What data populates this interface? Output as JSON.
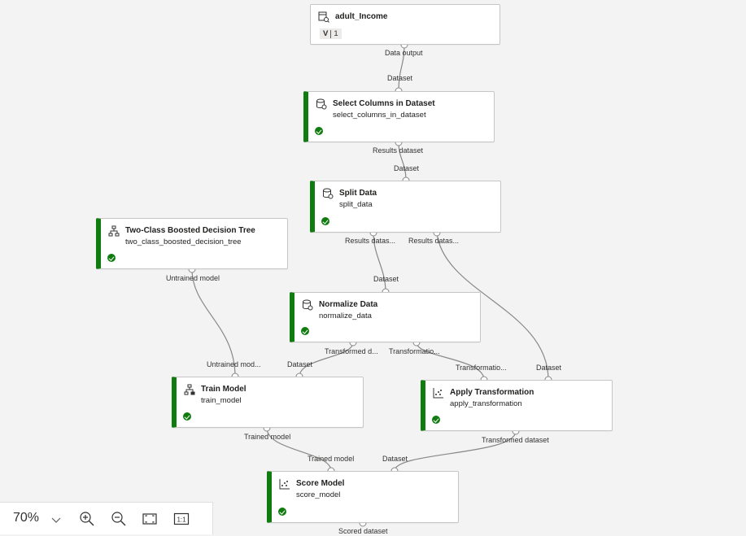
{
  "nodes": {
    "adult_income": {
      "title": "adult_Income",
      "version_letter": "V",
      "version": "1"
    },
    "select_columns": {
      "title": "Select Columns in Dataset",
      "subtitle": "select_columns_in_dataset"
    },
    "split_data": {
      "title": "Split Data",
      "subtitle": "split_data"
    },
    "two_class": {
      "title": "Two-Class Boosted Decision Tree",
      "subtitle": "two_class_boosted_decision_tree"
    },
    "normalize": {
      "title": "Normalize Data",
      "subtitle": "normalize_data"
    },
    "train": {
      "title": "Train Model",
      "subtitle": "train_model"
    },
    "apply": {
      "title": "Apply Transformation",
      "subtitle": "apply_transformation"
    },
    "score": {
      "title": "Score Model",
      "subtitle": "score_model"
    }
  },
  "ports": {
    "data_output": "Data output",
    "select_in": "Dataset",
    "select_out": "Results dataset",
    "split_in": "Dataset",
    "split_out1": "Results datas...",
    "split_out2": "Results datas...",
    "two_class_out": "Untrained model",
    "normalize_in": "Dataset",
    "normalize_out1": "Transformed d...",
    "normalize_out2": "Transformatio...",
    "train_in1": "Untrained mod...",
    "train_in2": "Dataset",
    "apply_in1": "Transformatio...",
    "apply_in2": "Dataset",
    "train_out": "Trained model",
    "apply_out": "Transformed dataset",
    "score_in1": "Trained model",
    "score_in2": "Dataset",
    "score_out": "Scored dataset"
  },
  "toolbar": {
    "zoom": "70%"
  },
  "colors": {
    "success": "#107c10",
    "edge": "#8a8886",
    "canvas": "#f3f3f3"
  }
}
